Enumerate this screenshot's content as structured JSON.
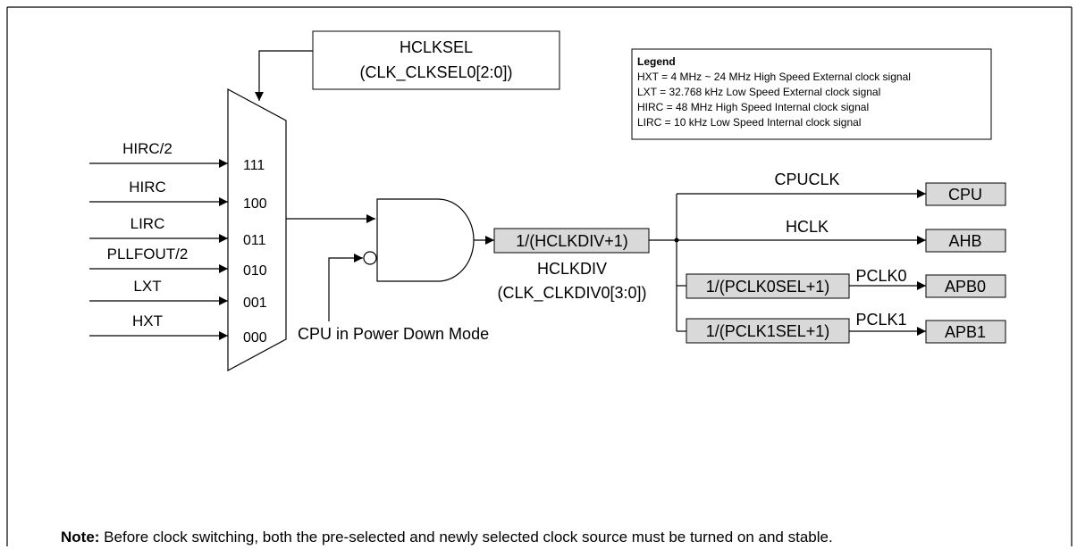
{
  "legend": {
    "title": "Legend",
    "lines": [
      "HXT = 4 MHz ~ 24 MHz High Speed External clock signal",
      "LXT =  32.768 kHz Low Speed External clock signal",
      "HIRC = 48 MHz High Speed Internal clock signal",
      "LIRC = 10 kHz Low Speed Internal clock signal"
    ]
  },
  "select_box": {
    "line1": "HCLKSEL",
    "line2": "(CLK_CLKSEL0[2:0])"
  },
  "inputs": [
    {
      "label": "HIRC/2",
      "code": "111"
    },
    {
      "label": "HIRC",
      "code": "100"
    },
    {
      "label": "LIRC",
      "code": "011"
    },
    {
      "label": "PLLFOUT/2",
      "code": "010"
    },
    {
      "label": "LXT",
      "code": "001"
    },
    {
      "label": "HXT",
      "code": "000"
    }
  ],
  "gate_input_label": "CPU in Power Down Mode",
  "divider": {
    "box": "1/(HCLKDIV+1)",
    "name": "HCLKDIV",
    "reg": "(CLK_CLKDIV0[3:0])"
  },
  "outputs": [
    {
      "signal": "CPUCLK",
      "target": "CPU"
    },
    {
      "signal": "HCLK",
      "target": "AHB"
    },
    {
      "divider": "1/(PCLK0SEL+1)",
      "signal": "PCLK0",
      "target": "APB0"
    },
    {
      "divider": "1/(PCLK1SEL+1)",
      "signal": "PCLK1",
      "target": "APB1"
    }
  ],
  "note": {
    "label": "Note:",
    "text": " Before clock switching, both the pre-selected and newly selected clock source must be turned on and stable."
  }
}
